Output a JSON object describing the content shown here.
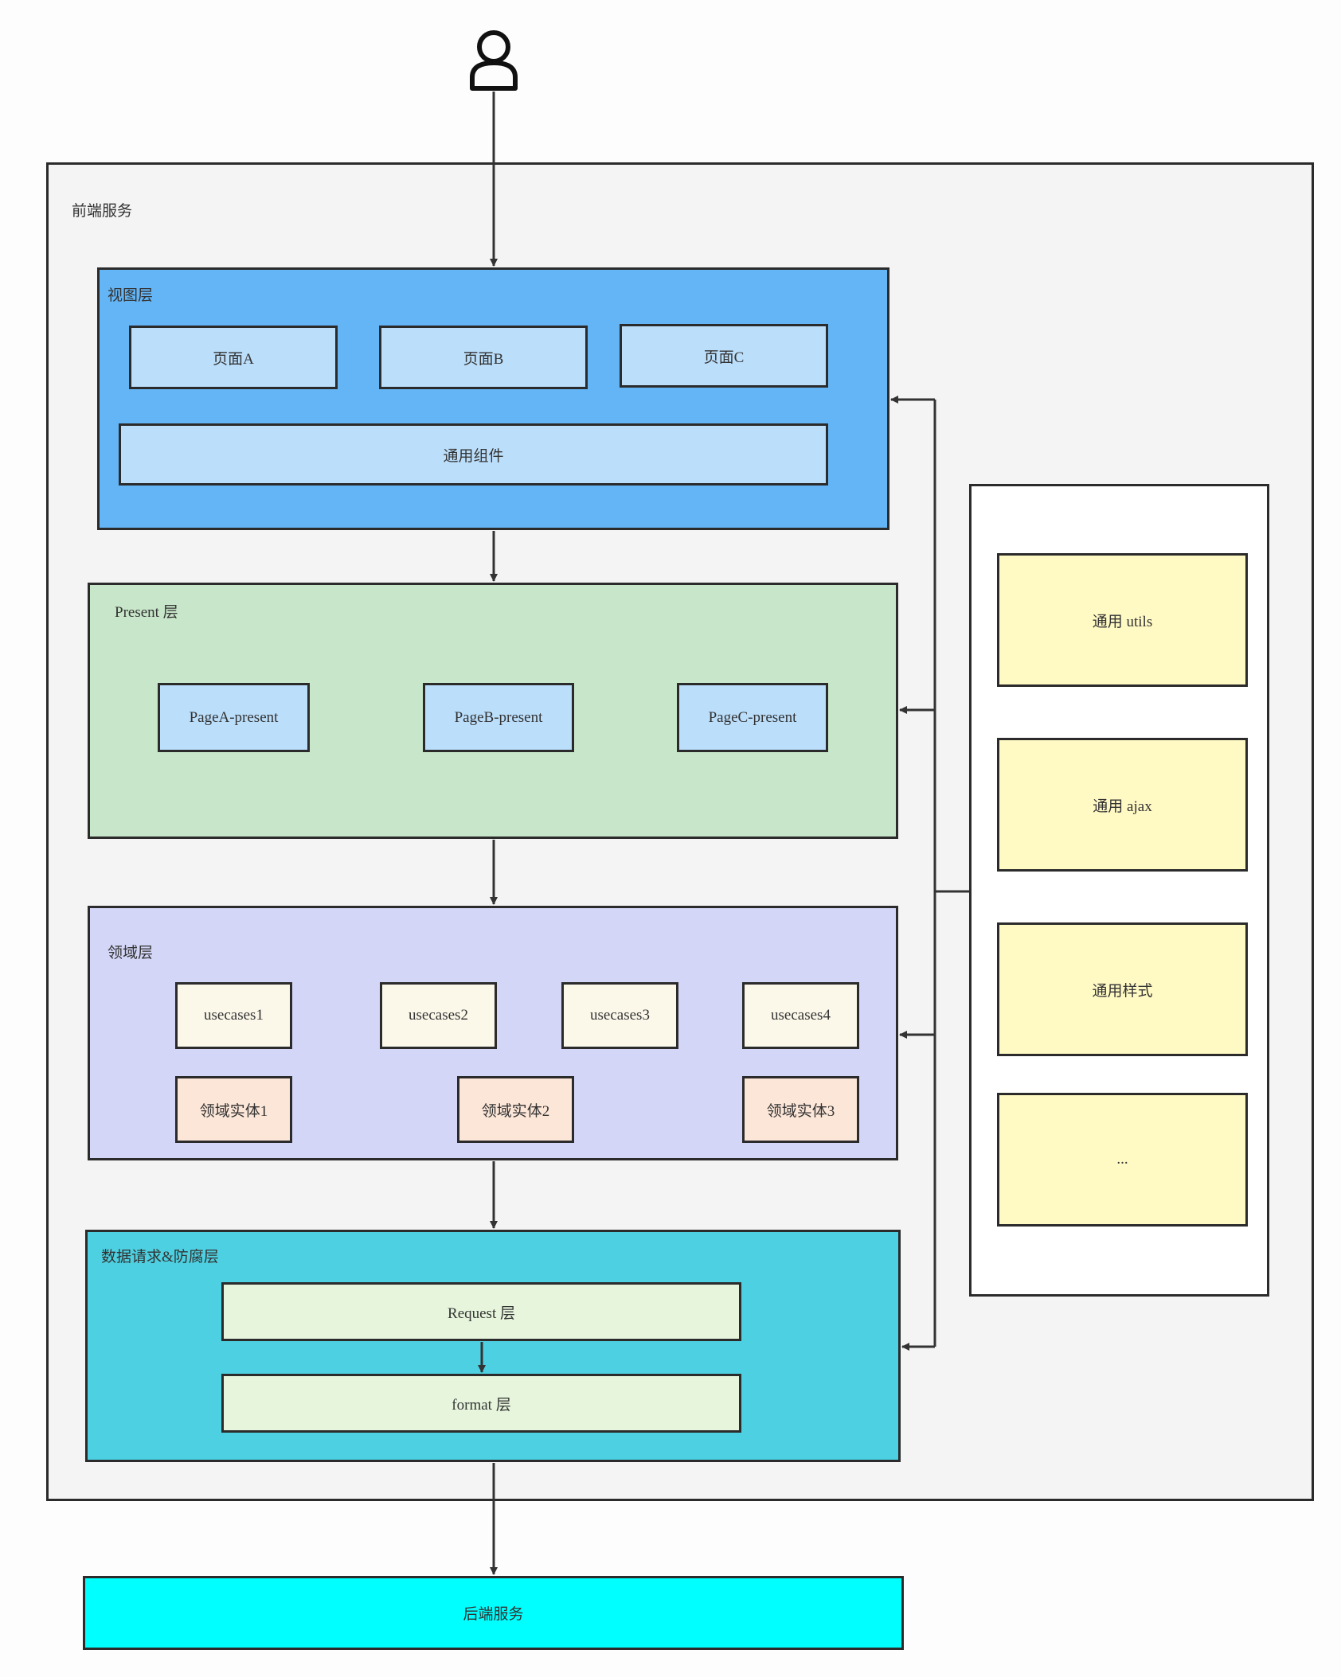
{
  "colors": {
    "frontend_bg": "#f4f4f4",
    "view_layer": "#64b5f6",
    "view_item": "#bbdefb",
    "present_layer": "#c8e6c9",
    "domain_layer": "#d3d6f7",
    "usecase_item": "#fbf8ea",
    "entity_item": "#fce6d8",
    "data_layer": "#4dd0e1",
    "data_item": "#e6f5dc",
    "utils_item": "#fff9c4",
    "backend": "#00ffff"
  },
  "user": {
    "icon": "user-icon"
  },
  "frontend": {
    "title": "前端服务",
    "view_layer": {
      "title": "视图层",
      "pages": [
        "页面A",
        "页面B",
        "页面C"
      ],
      "common": "通用组件"
    },
    "present_layer": {
      "title": "Present 层",
      "items": [
        "PageA-present",
        "PageB-present",
        "PageC-present"
      ]
    },
    "domain_layer": {
      "title": "领域层",
      "usecases": [
        "usecases1",
        "usecases2",
        "usecases3",
        "usecases4"
      ],
      "entities": [
        "领域实体1",
        "领域实体2",
        "领域实体3"
      ]
    },
    "data_layer": {
      "title": "数据请求&防腐层",
      "request": "Request 层",
      "format": "format 层"
    },
    "utils": [
      "通用 utils",
      "通用 ajax",
      "通用样式",
      "..."
    ]
  },
  "backend": {
    "title": "后端服务"
  }
}
